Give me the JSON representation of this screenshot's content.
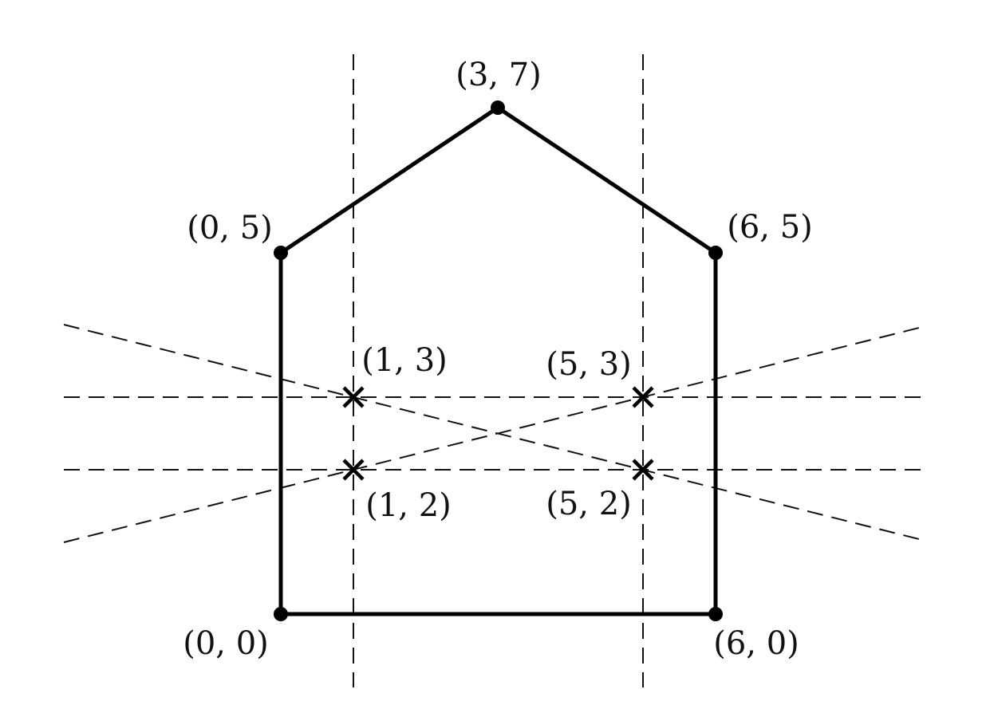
{
  "polygon_vertices": [
    {
      "x": 0,
      "y": 0,
      "label": "(0, 0)"
    },
    {
      "x": 6,
      "y": 0,
      "label": "(6, 0)"
    },
    {
      "x": 6,
      "y": 5,
      "label": "(6, 5)"
    },
    {
      "x": 3,
      "y": 7,
      "label": "(3, 7)"
    },
    {
      "x": 0,
      "y": 5,
      "label": "(0, 5)"
    }
  ],
  "cross_points": [
    {
      "x": 1,
      "y": 3,
      "label": "(1, 3)"
    },
    {
      "x": 5,
      "y": 3,
      "label": "(5, 3)"
    },
    {
      "x": 1,
      "y": 2,
      "label": "(1, 2)"
    },
    {
      "x": 5,
      "y": 2,
      "label": "(5, 2)"
    }
  ],
  "dashed_vertical_lines_x": [
    1,
    5
  ],
  "dashed_horizontal_lines_y": [
    2,
    3
  ],
  "dashed_slanted_lines": [
    {
      "through": [
        [
          1,
          3
        ],
        [
          5,
          2
        ]
      ]
    },
    {
      "through": [
        [
          1,
          2
        ],
        [
          5,
          3
        ]
      ]
    }
  ],
  "colors": {
    "line": "#000000",
    "background": "#ffffff"
  }
}
